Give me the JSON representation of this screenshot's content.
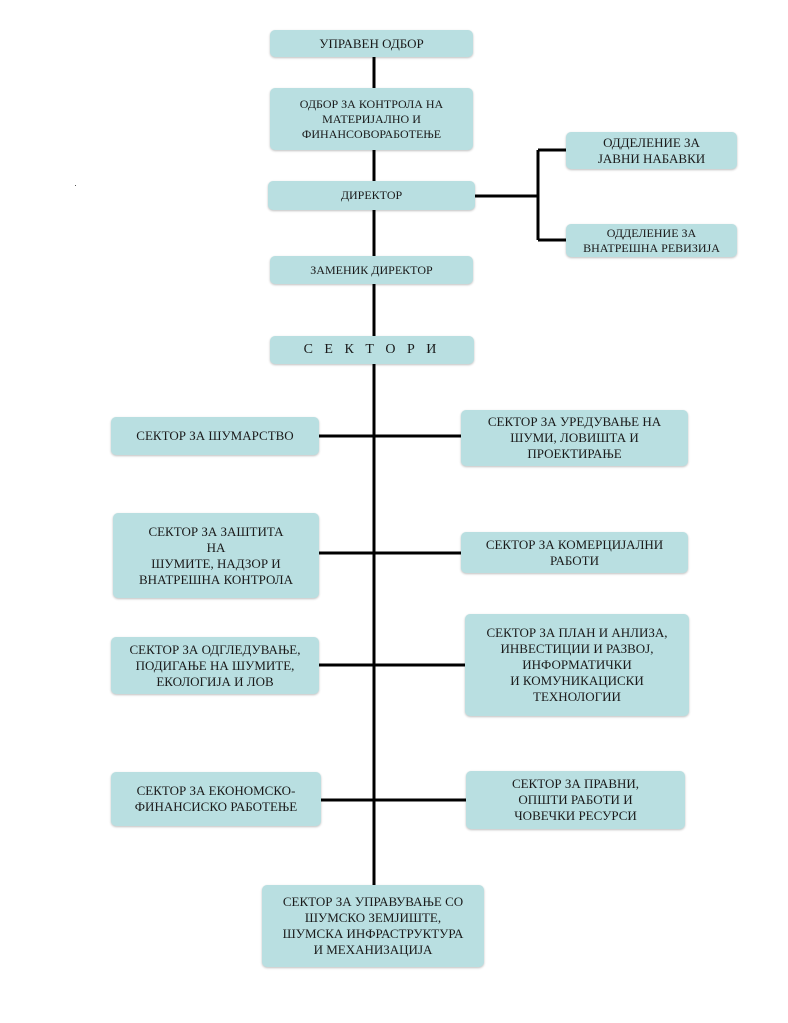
{
  "orgchart": {
    "board": "УПРАВЕН ОДБОР",
    "supervisory": "ОДБОР ЗА КОНТРОЛА НА\nМАТЕРИЈАЛНО И\nФИНАНСОВОРАБОТЕЊЕ",
    "director": "ДИРЕКТОР",
    "procurement": "ОДДЕЛЕНИЕ ЗА\nЈАВНИ НАБАВКИ",
    "audit": "ОДДЕЛЕНИЕ ЗА\nВНАТРЕШНА РЕВИЗИЈА",
    "deputy": "ЗАМЕНИК ДИРЕКТОР",
    "sectors": "С Е К Т О Р И",
    "sector_forestry": "СЕКТОР ЗА ШУМАРСТВО",
    "sector_planning": "СЕКТОР ЗА УРЕДУВАЊЕ НА\nШУМИ, ЛОВИШТА И\nПРОЕКТИРАЊЕ",
    "sector_protection": "СЕКТОР ЗА ЗАШТИТА\nНА\nШУМИТЕ, НАДЗОР И\nВНАТРЕШНА КОНТРОЛА",
    "sector_commercial": "СЕКТОР ЗА КОМЕРЦИЈАЛНИ\nРАБОТИ",
    "sector_cultivation": "СЕКТОР ЗА ОДГЛЕДУВАЊЕ,\nПОДИГАЊЕ НА ШУМИТЕ,\nЕКОЛОГИЈА И ЛОВ",
    "sector_plan_it": "СЕКТОР ЗА ПЛАН И АНЛИЗА,\nИНВЕСТИЦИИ И РАЗВОЈ,\nИНФОРМАТИЧКИ\nИ КОМУНИКАЦИСКИ\nТЕХНОЛОГИИ",
    "sector_finance": "СЕКТОР ЗА ЕКОНОМСКО-\nФИНАНСИСКО РАБОТЕЊЕ",
    "sector_legal": "СЕКТОР ЗА ПРАВНИ,\nОПШТИ РАБОТИ И\nЧОВЕЧКИ РЕСУРСИ",
    "sector_land": "СЕКТОР ЗА УПРАВУВАЊЕ СО\nШУМСКО ЗЕМЈИШТЕ,\nШУМСКА ИНФРАСТРУКТУРА\nИ МЕХАНИЗАЦИЈА"
  },
  "colors": {
    "box_fill": "#b9dfe1",
    "line": "#000000"
  }
}
